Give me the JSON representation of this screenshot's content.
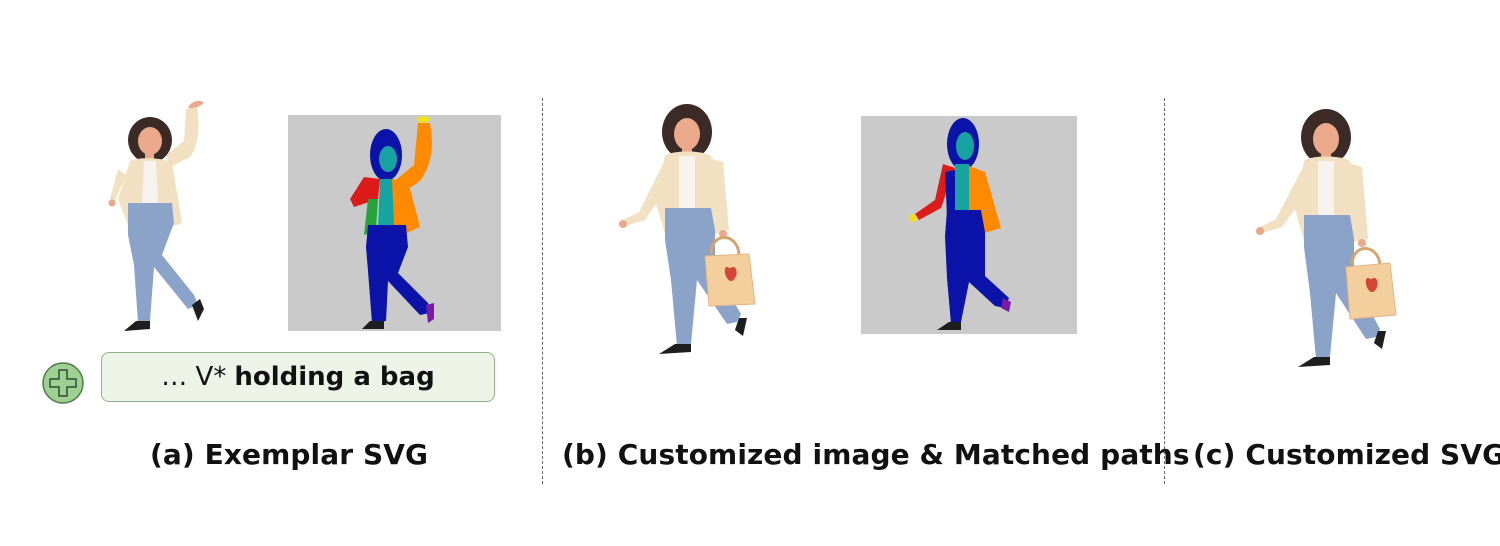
{
  "prompt": {
    "prefix": "… V*",
    "bold": "holding a bag"
  },
  "captions": {
    "a": "(a) Exemplar SVG",
    "b": "(b) Customized image & Matched paths",
    "c": "(c) Customized SVG"
  },
  "colors": {
    "panel_bg": "#cacaca",
    "jacket": "#f1e1c2",
    "pants": "#8ba2c9",
    "hair": "#3b2a25",
    "skin": "#e9a98a",
    "bag": "#f4cf9e",
    "seg_blue": "#0b13a8",
    "seg_orange": "#ff8a00",
    "seg_red": "#de1b1b",
    "seg_teal": "#18a3a3",
    "seg_green": "#26a33a",
    "seg_yellow": "#f3e01a",
    "seg_purple": "#7a1aa6",
    "prompt_bg": "#eef3e8",
    "prompt_border": "#8fb084",
    "plus_fill": "#9ed093"
  },
  "icons": [
    "plus-circle-icon"
  ]
}
